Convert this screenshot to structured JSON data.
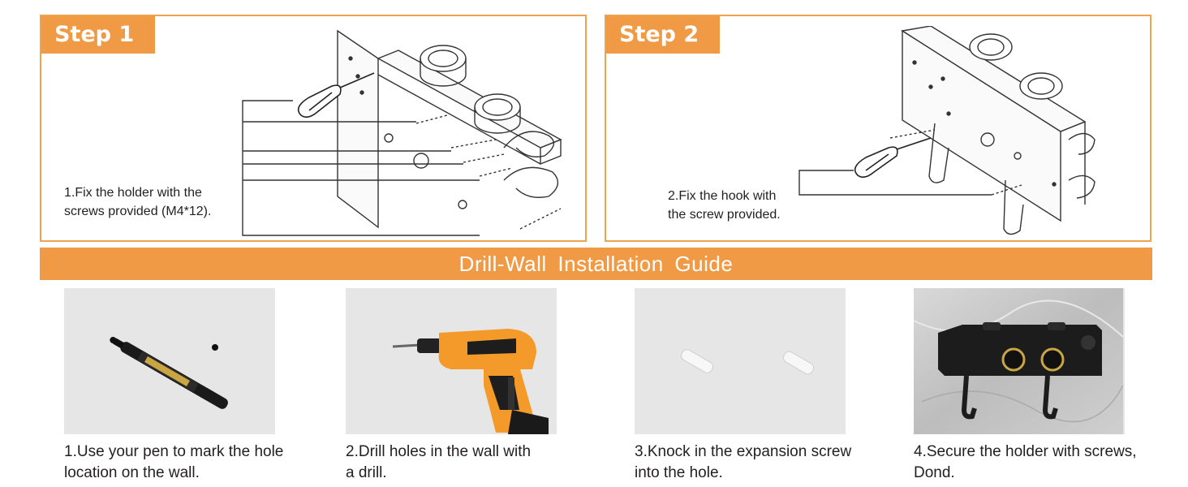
{
  "steps": [
    {
      "tab": "Step 1",
      "caption": "1.Fix the holder with the\nscrews provided (M4*12)."
    },
    {
      "tab": "Step 2",
      "caption": "2.Fix the hook with\nthe screw provided."
    }
  ],
  "banner": "Drill-Wall  Installation  Guide",
  "guide": [
    {
      "caption": "1.Use your pen to mark the hole\nlocation on the wall."
    },
    {
      "caption": "2.Drill holes in the wall with\na drill."
    },
    {
      "caption": "3.Knock in the expansion screw\ninto the hole."
    },
    {
      "caption": "4.Secure the holder with screws,\nDond."
    }
  ],
  "colors": {
    "accent": "#f09a45",
    "photo_bg": "#e6e6e6",
    "text": "#231f20"
  },
  "icons": [
    "screwdriver-icon",
    "marker-pen-icon",
    "power-drill-icon",
    "wall-anchor-icon",
    "shower-holder-icon"
  ]
}
